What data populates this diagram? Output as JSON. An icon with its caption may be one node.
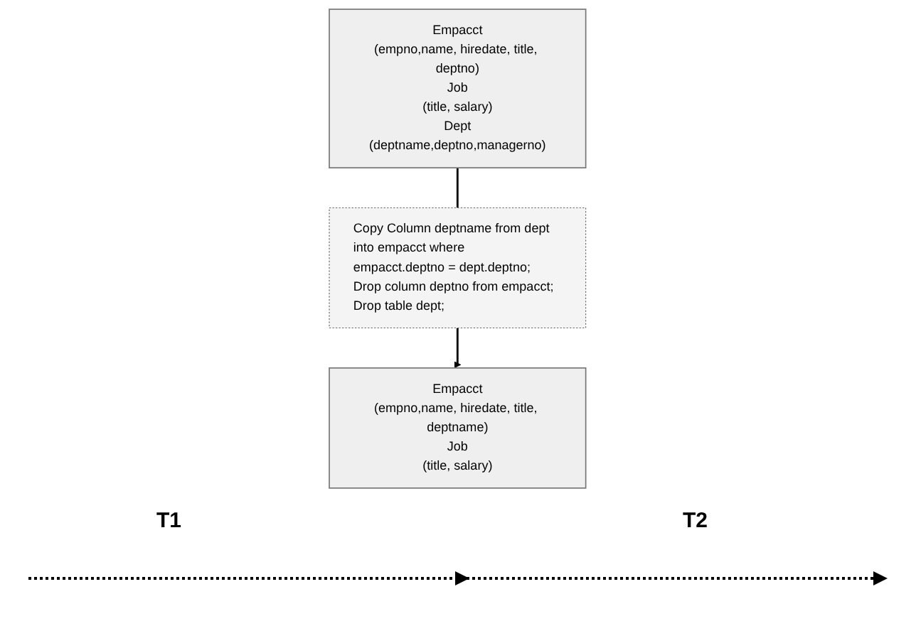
{
  "diagram": {
    "nodes": [
      {
        "text": [
          "Copy Column deptname from dept into empacct where empacct.deptno = dept.deptno;",
          "Drop column deptno from empacct;",
          "Drop table dept;"
        ]
      },
      {
        "text": [
          "Empacct",
          "(empno,name, hiredate, title, deptno)",
          "Job",
          "(title, salary)",
          "Dept",
          "(deptname,deptno,managerno)"
        ]
      },
      {
        "text": [
          "Empacct",
          "(empno,name, hiredate, title, deptname)",
          "Job",
          "(title, salary)"
        ]
      }
    ],
    "edges": [
      {
        "from": 1,
        "to": 0,
        "arrow": "none"
      },
      {
        "from": 0,
        "to": 2,
        "arrow": "to"
      }
    ],
    "labels": [
      "T1",
      "T2"
    ]
  }
}
